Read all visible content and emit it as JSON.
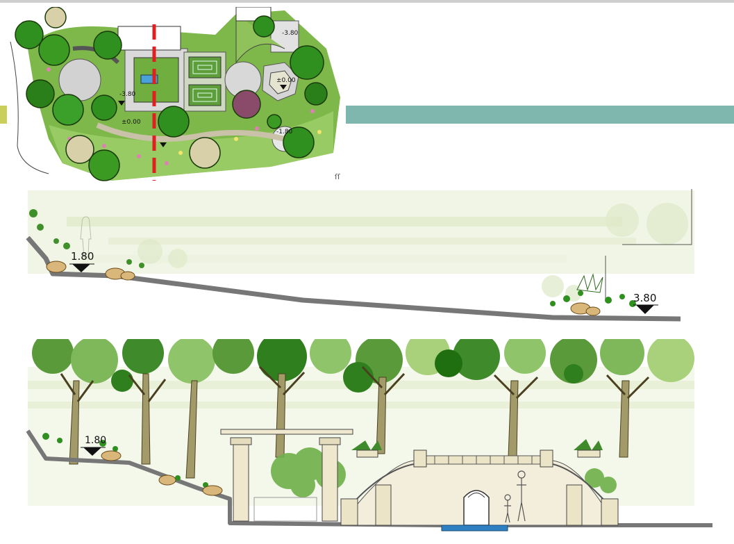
{
  "plan": {
    "elevation_labels": [
      "-3.80",
      "±0.00",
      "-1.80",
      "-3.80",
      "±0.00"
    ],
    "north_mark": "ſſ"
  },
  "section_1": {
    "left_elevation": "1.80",
    "right_elevation": "3.80"
  },
  "section_2": {
    "left_elevation": "1.80"
  },
  "colors": {
    "teal_bar": "#7fb7ae",
    "accent_left": "#c9cf5a",
    "section_cut": "#e02020",
    "ground_line": "#777777",
    "water": "#2f80c0"
  }
}
